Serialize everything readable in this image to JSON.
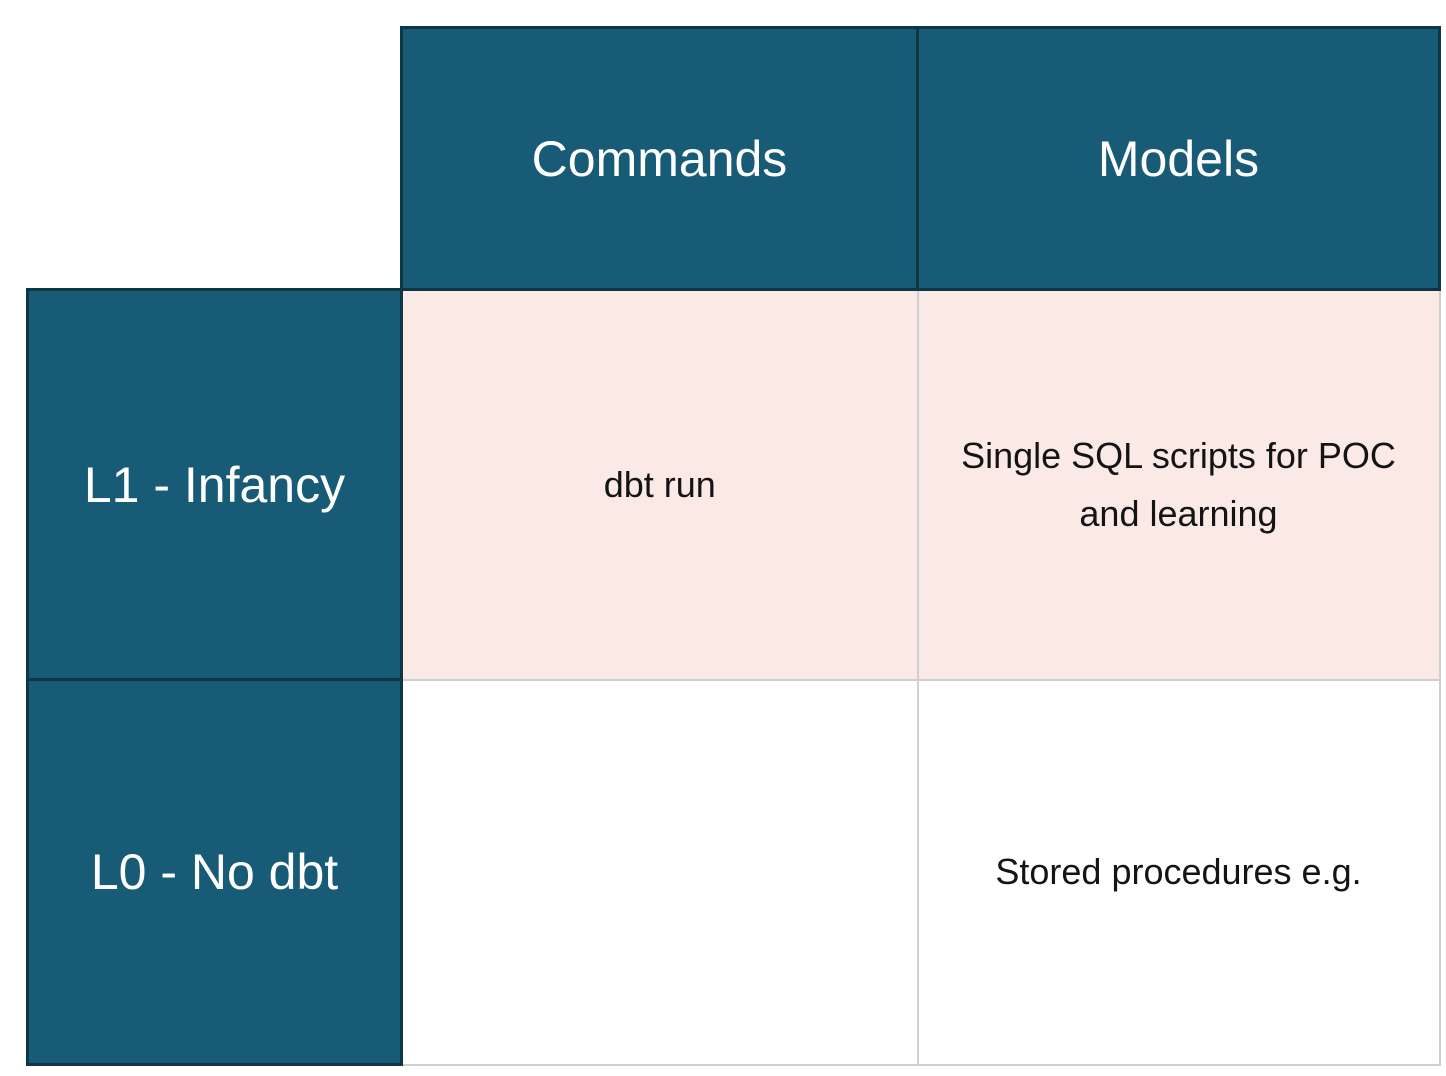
{
  "table": {
    "column_headers": [
      {
        "label": "Commands"
      },
      {
        "label": "Models"
      }
    ],
    "rows": [
      {
        "label": "L1 - Infancy",
        "commands": "dbt run",
        "models": "Single SQL scripts for POC and learning",
        "highlighted": true
      },
      {
        "label": "L0 - No dbt",
        "commands": "",
        "models": "Stored procedures e.g.",
        "highlighted": false
      }
    ]
  },
  "colors": {
    "header_bg": "#185b76",
    "header_border": "#0e3645",
    "highlight_bg": "#fbe9e5",
    "light_border": "#cbd0d4",
    "header_text": "#ffffff",
    "body_text": "#141414",
    "page_bg": "#ffffff"
  }
}
